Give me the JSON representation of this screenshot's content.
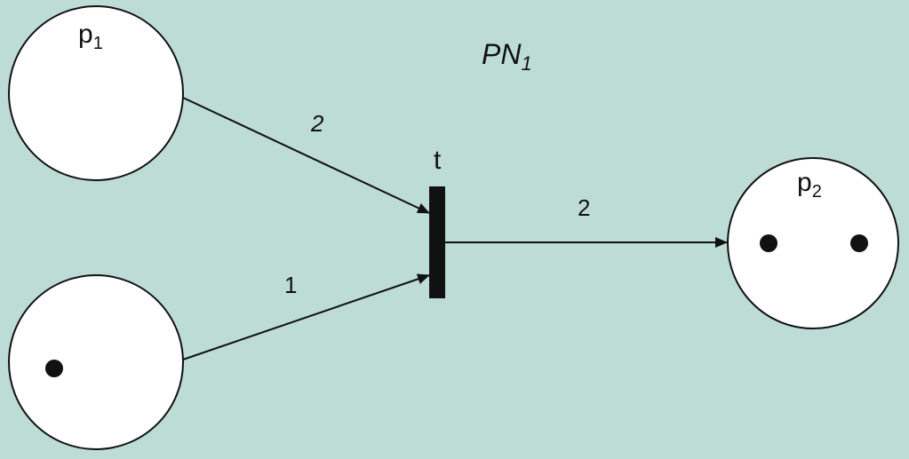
{
  "diagram": {
    "title": {
      "main": "PN",
      "sub": "1"
    },
    "places": [
      {
        "id": "p1",
        "label_main": "p",
        "label_sub": "1",
        "tokens": 0
      },
      {
        "id": "p3",
        "label_main": "",
        "label_sub": "",
        "tokens": 1
      },
      {
        "id": "p2",
        "label_main": "p",
        "label_sub": "2",
        "tokens": 2
      }
    ],
    "transition": {
      "label": "t"
    },
    "arcs": [
      {
        "from": "p1",
        "to": "t",
        "weight": "2"
      },
      {
        "from": "p3",
        "to": "t",
        "weight": "1"
      },
      {
        "from": "t",
        "to": "p2",
        "weight": "2"
      }
    ]
  },
  "colors": {
    "background": "#bcdcd5",
    "stroke": "#111111",
    "place_fill": "#ffffff"
  }
}
